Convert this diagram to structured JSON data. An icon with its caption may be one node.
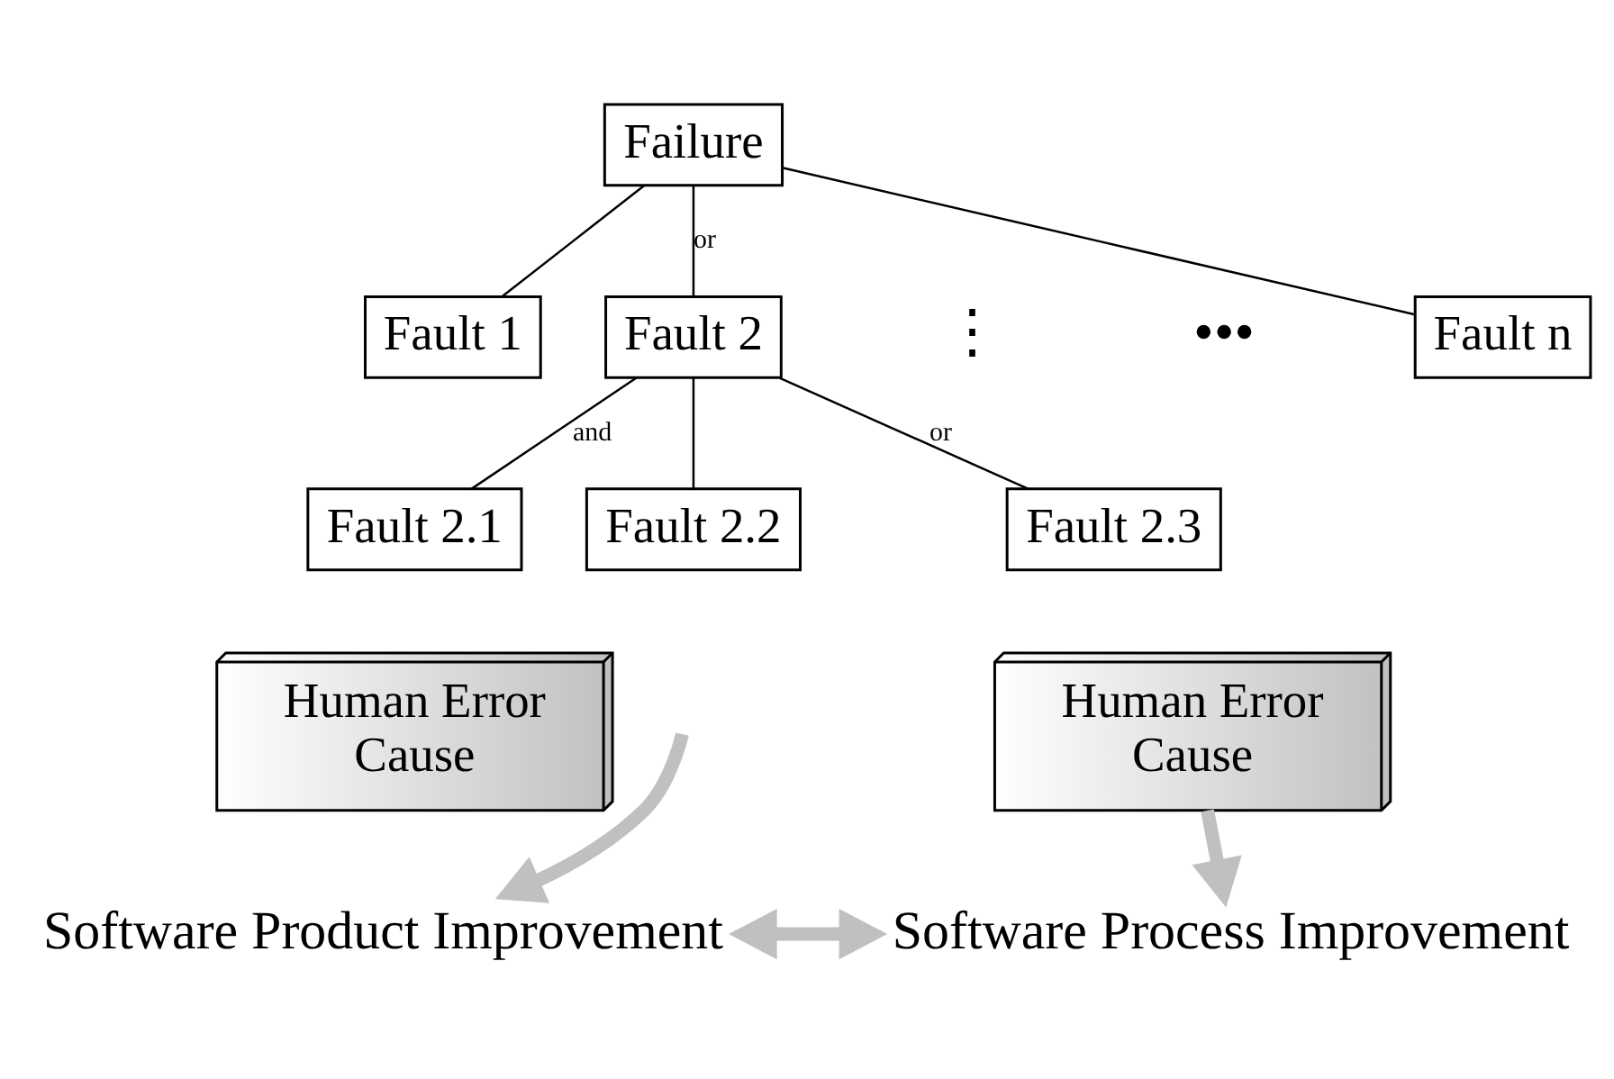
{
  "diagram": {
    "nodes": [
      {
        "text": [
          "Failure"
        ]
      },
      {
        "text": [
          "Fault 1"
        ]
      },
      {
        "text": [
          "Fault 2"
        ]
      },
      {
        "text": [
          "Fault n"
        ]
      },
      {
        "text": [
          "Fault 2.1"
        ]
      },
      {
        "text": [
          "Fault 2.2"
        ]
      },
      {
        "text": [
          "Fault 2.3"
        ]
      },
      {
        "text": [
          "Human Error",
          "Cause"
        ]
      },
      {
        "text": [
          "Human Error",
          "Cause"
        ]
      },
      {
        "text": [
          "Software Product Improvement"
        ]
      },
      {
        "text": [
          "Software Process Improvement"
        ]
      }
    ],
    "edges": [
      {
        "from": 0,
        "to": 1,
        "arrow": "none"
      },
      {
        "from": 0,
        "to": 2,
        "arrow": "none",
        "label": "or"
      },
      {
        "from": 0,
        "to": 3,
        "arrow": "none"
      },
      {
        "from": 2,
        "to": 4,
        "arrow": "none",
        "label": "and"
      },
      {
        "from": 2,
        "to": 5,
        "arrow": "none"
      },
      {
        "from": 2,
        "to": 6,
        "arrow": "none",
        "label": "or"
      },
      {
        "from": null,
        "to": 9,
        "arrow": "to",
        "style": "thick",
        "color": "#c0c0c0"
      },
      {
        "from": 8,
        "to": 10,
        "arrow": "to",
        "style": "thick",
        "color": "#c0c0c0"
      },
      {
        "from": 9,
        "to": 10,
        "arrow": "both",
        "style": "thick",
        "color": "#c0c0c0"
      }
    ],
    "labels": [
      "⋮",
      "•••"
    ]
  }
}
